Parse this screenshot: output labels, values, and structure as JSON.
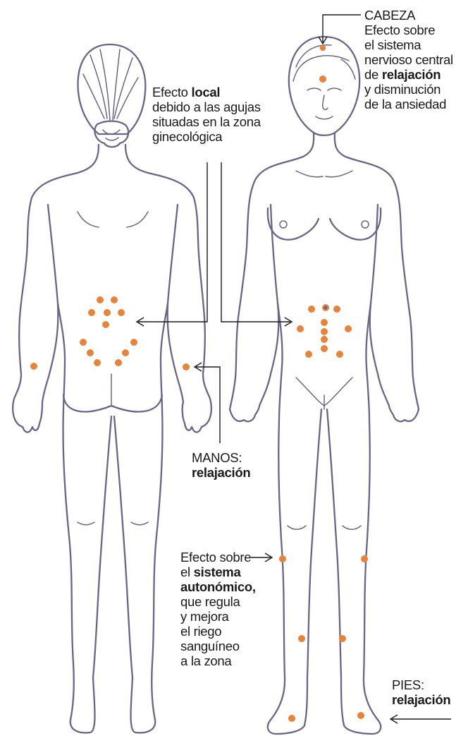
{
  "colors": {
    "point": "#e8833a",
    "outline": "#6b6488",
    "text": "#1a1a1a"
  },
  "labels": {
    "cabeza": {
      "lines": [
        {
          "parts": [
            {
              "text": "CABEZA",
              "bold": false
            }
          ]
        },
        {
          "parts": [
            {
              "text": "Efecto sobre",
              "bold": false
            }
          ]
        },
        {
          "parts": [
            {
              "text": "el sistema",
              "bold": false
            }
          ]
        },
        {
          "parts": [
            {
              "text": "nervioso central",
              "bold": false
            }
          ]
        },
        {
          "parts": [
            {
              "text": "de ",
              "bold": false
            },
            {
              "text": "relajación",
              "bold": true
            }
          ]
        },
        {
          "parts": [
            {
              "text": "y disminución",
              "bold": false
            }
          ]
        },
        {
          "parts": [
            {
              "text": "de la ansiedad",
              "bold": false
            }
          ]
        }
      ]
    },
    "local": {
      "lines": [
        {
          "parts": [
            {
              "text": "Efecto ",
              "bold": false
            },
            {
              "text": "local",
              "bold": true
            }
          ]
        },
        {
          "parts": [
            {
              "text": "debido a las agujas",
              "bold": false
            }
          ]
        },
        {
          "parts": [
            {
              "text": "situadas en la zona",
              "bold": false
            }
          ]
        },
        {
          "parts": [
            {
              "text": "ginecológica",
              "bold": false
            }
          ]
        }
      ]
    },
    "manos": {
      "lines": [
        {
          "parts": [
            {
              "text": "MANOS:",
              "bold": false
            }
          ]
        },
        {
          "parts": [
            {
              "text": "relajación",
              "bold": true
            }
          ]
        }
      ]
    },
    "autonomico": {
      "lines": [
        {
          "parts": [
            {
              "text": "Efecto sobre",
              "bold": false
            }
          ]
        },
        {
          "parts": [
            {
              "text": "el ",
              "bold": false
            },
            {
              "text": "sistema",
              "bold": true
            }
          ]
        },
        {
          "parts": [
            {
              "text": "autonómico,",
              "bold": true
            }
          ]
        },
        {
          "parts": [
            {
              "text": "que regula",
              "bold": false
            }
          ]
        },
        {
          "parts": [
            {
              "text": "y mejora",
              "bold": false
            }
          ]
        },
        {
          "parts": [
            {
              "text": "el riego",
              "bold": false
            }
          ]
        },
        {
          "parts": [
            {
              "text": "sanguíneo",
              "bold": false
            }
          ]
        },
        {
          "parts": [
            {
              "text": "a la zona",
              "bold": false
            }
          ]
        }
      ]
    },
    "pies": {
      "lines": [
        {
          "parts": [
            {
              "text": "PIES:",
              "bold": false
            }
          ]
        },
        {
          "parts": [
            {
              "text": "relajación",
              "bold": true
            }
          ]
        }
      ]
    }
  },
  "figures": {
    "back": {
      "name": "back-figure",
      "view": "espalda"
    },
    "front": {
      "name": "front-figure",
      "view": "frente"
    }
  },
  "point_groups": {
    "back_pelvis": 12,
    "back_wrists": 2,
    "front_head": 2,
    "front_pelvis": 11,
    "front_legs": 4,
    "front_feet": 2
  }
}
